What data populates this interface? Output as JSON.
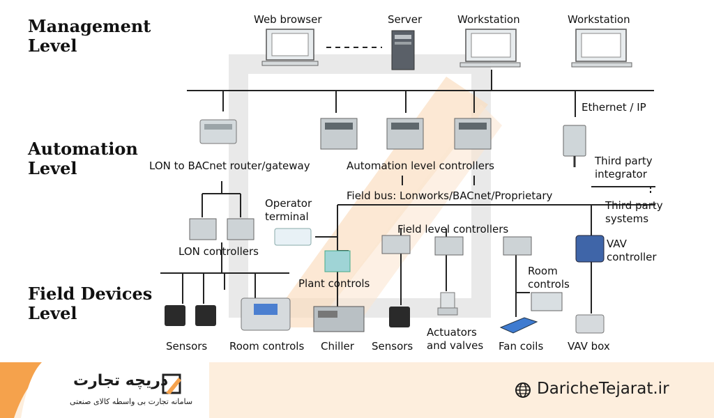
{
  "levels": {
    "management": [
      "Management",
      "Level"
    ],
    "automation": [
      "Automation",
      "Level"
    ],
    "field": [
      "Field Devices",
      "Level"
    ]
  },
  "labels": {
    "web_browser": "Web browser",
    "server": "Server",
    "workstation_1": "Workstation",
    "workstation_2": "Workstation",
    "ethernet": "Ethernet / IP",
    "lon_router": "LON to BACnet router/gateway",
    "automation_controllers": "Automation level controllers",
    "third_party_integrator": [
      "Third party",
      "integrator"
    ],
    "field_bus": "Field bus: Lonworks/BACnet/Proprietary",
    "operator_terminal": [
      "Operator",
      "terminal"
    ],
    "third_party_systems": [
      "Third party",
      "systems"
    ],
    "field_level_controllers": "Field level controllers",
    "lon_controllers": "LON controllers",
    "vav_controller": [
      "VAV",
      "controller"
    ],
    "room_controls_mid": [
      "Room",
      "controls"
    ],
    "plant_controls": "Plant controls",
    "sensors_1": "Sensors",
    "room_controls": "Room controls",
    "chiller": "Chiller",
    "sensors_2": "Sensors",
    "actuators": [
      "Actuators",
      "and valves"
    ],
    "fan_coils": "Fan coils",
    "vav_box": "VAV box"
  },
  "footer": {
    "brand_name": "دریچه تجارت",
    "brand_tagline": "سامانه تجارت بی واسطه کالای صنعتی",
    "website": "DaricheTejarat.ir"
  },
  "colors": {
    "accent": "#f5a24c",
    "footer_bg": "#fdeedd",
    "line": "#222222"
  }
}
